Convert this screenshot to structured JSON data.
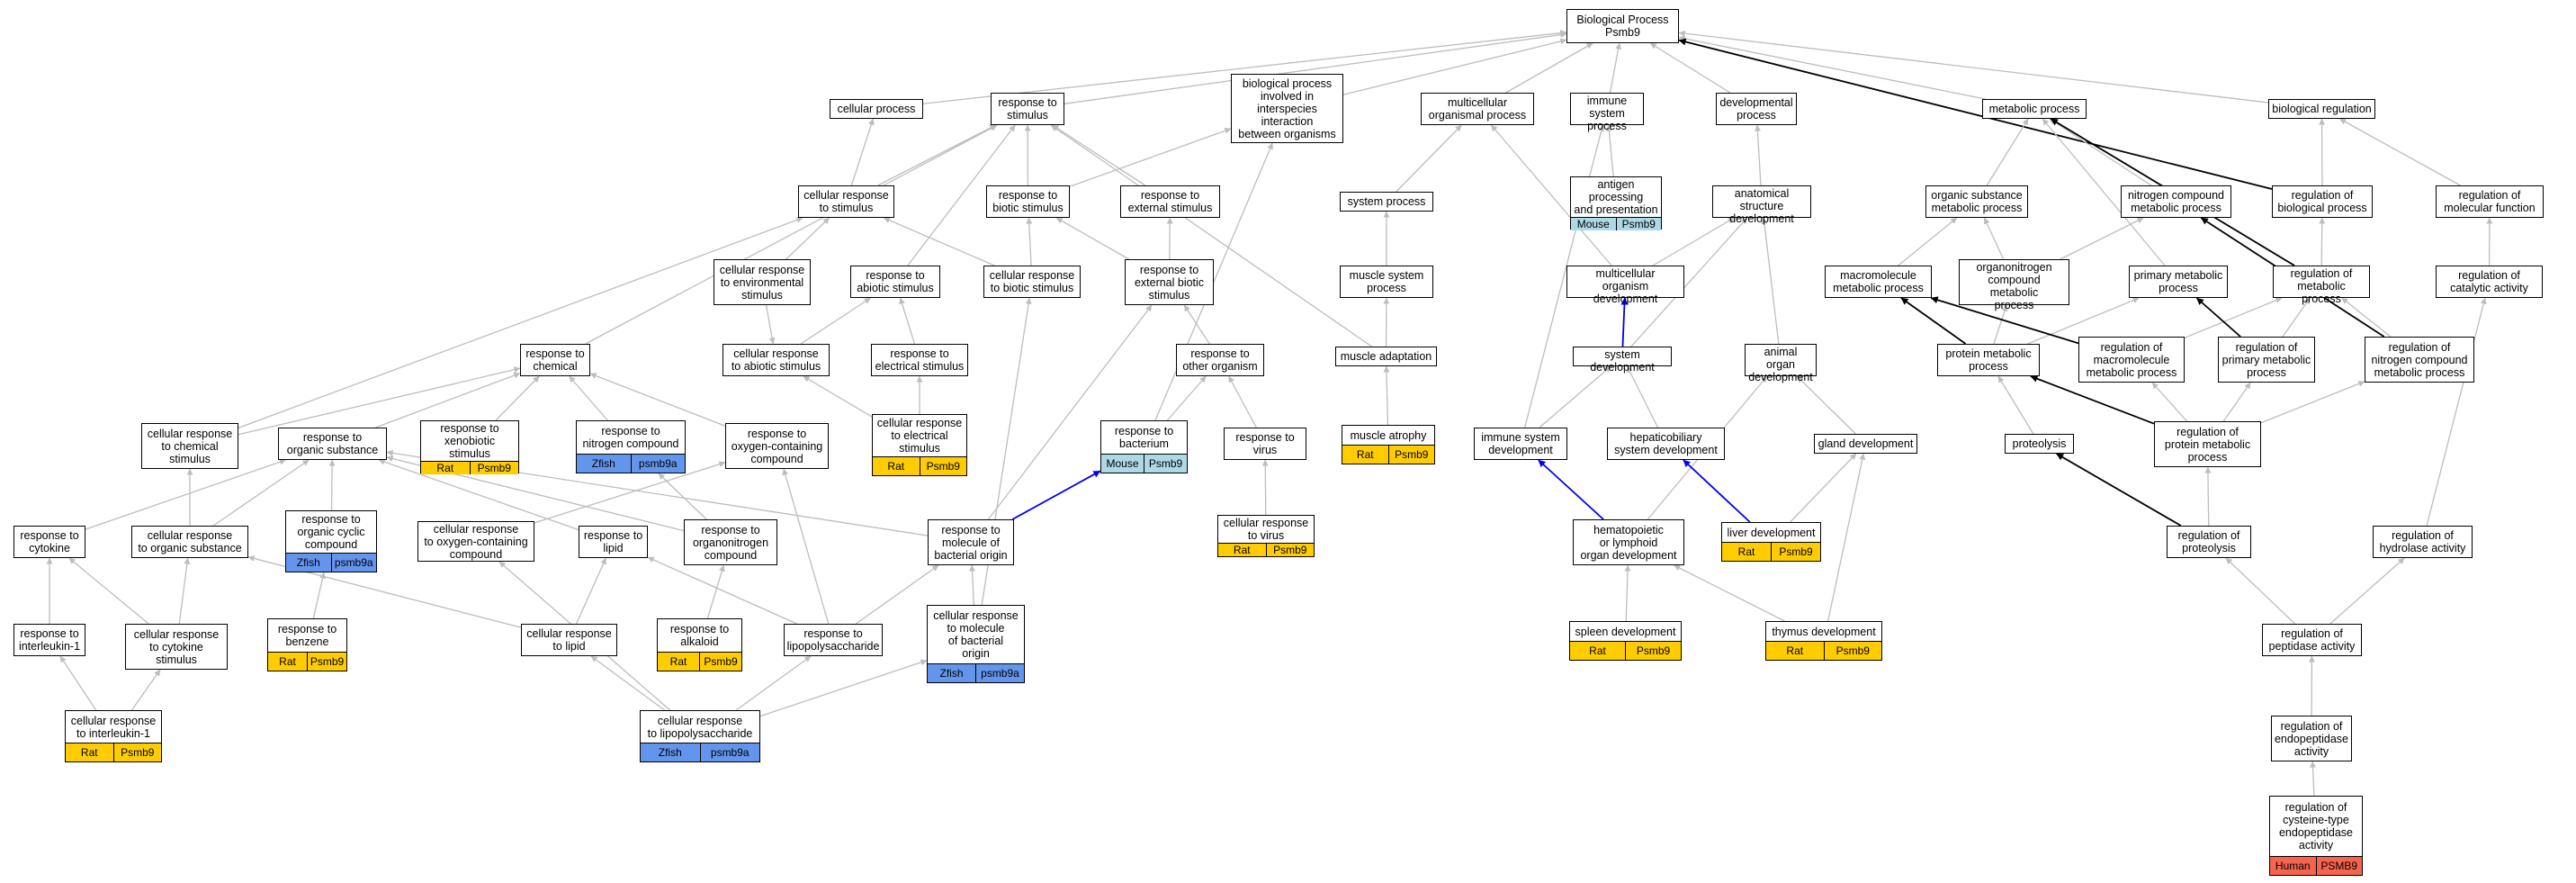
{
  "colors": {
    "Rat": "#ffcc00",
    "Mouse": "#add8e6",
    "Zfish": "#6495ed",
    "Human": "#f4644e",
    "edge": "#bdbdbd",
    "edge_black": "#000000",
    "edge_blue": "#0000ee"
  },
  "nodes": [
    {
      "id": "bp",
      "label": "Biological Process\nPsmb9"
    },
    {
      "id": "cp",
      "label": "cellular process"
    },
    {
      "id": "rs",
      "label": "response to\nstimulus"
    },
    {
      "id": "bpi",
      "label": "biological process\ninvolved in\ninterspecies\ninteraction\nbetween organisms"
    },
    {
      "id": "mop",
      "label": "multicellular\norganismal process"
    },
    {
      "id": "isp",
      "label": "immune system\nprocess"
    },
    {
      "id": "dp",
      "label": "developmental\nprocess"
    },
    {
      "id": "mp",
      "label": "metabolic process"
    },
    {
      "id": "br",
      "label": "biological regulation"
    },
    {
      "id": "crs",
      "label": "cellular response\nto stimulus"
    },
    {
      "id": "rbs",
      "label": "response to\nbiotic stimulus"
    },
    {
      "id": "res",
      "label": "response to\nexternal stimulus"
    },
    {
      "id": "sp",
      "label": "system process"
    },
    {
      "id": "app",
      "label": "antigen processing\nand presentation",
      "tags": [
        [
          "Mouse",
          "Mouse"
        ],
        [
          "Mouse",
          "Psmb9"
        ]
      ]
    },
    {
      "id": "asd",
      "label": "anatomical structure\ndevelopment"
    },
    {
      "id": "osmp",
      "label": "organic substance\nmetabolic process"
    },
    {
      "id": "ncmp",
      "label": "nitrogen compound\nmetabolic process"
    },
    {
      "id": "rbp",
      "label": "regulation of\nbiological process"
    },
    {
      "id": "rmf",
      "label": "regulation of\nmolecular function"
    },
    {
      "id": "cres",
      "label": "cellular response\nto environmental\nstimulus"
    },
    {
      "id": "ras",
      "label": "response to\nabiotic stimulus"
    },
    {
      "id": "crbs",
      "label": "cellular response\nto biotic stimulus"
    },
    {
      "id": "rebs",
      "label": "response to\nexternal biotic\nstimulus"
    },
    {
      "id": "msp",
      "label": "muscle system\nprocess"
    },
    {
      "id": "mod",
      "label": "multicellular\norganism development"
    },
    {
      "id": "mmp",
      "label": "macromolecule\nmetabolic process"
    },
    {
      "id": "oncmp",
      "label": "organonitrogen\ncompound metabolic\nprocess"
    },
    {
      "id": "pmp",
      "label": "primary metabolic\nprocess"
    },
    {
      "id": "rmp",
      "label": "regulation of\nmetabolic process"
    },
    {
      "id": "rca",
      "label": "regulation of\ncatalytic activity"
    },
    {
      "id": "rc",
      "label": "response to\nchemical"
    },
    {
      "id": "cras",
      "label": "cellular response\nto abiotic stimulus"
    },
    {
      "id": "rels",
      "label": "response to\nelectrical stimulus"
    },
    {
      "id": "roo",
      "label": "response to\nother organism"
    },
    {
      "id": "ma",
      "label": "muscle adaptation"
    },
    {
      "id": "sd",
      "label": "system development"
    },
    {
      "id": "aod",
      "label": "animal organ\ndevelopment"
    },
    {
      "id": "prmp",
      "label": "protein metabolic\nprocess"
    },
    {
      "id": "rmmp",
      "label": "regulation of\nmacromolecule\nmetabolic process"
    },
    {
      "id": "rpmp",
      "label": "regulation of\nprimary metabolic\nprocess"
    },
    {
      "id": "rncmp",
      "label": "regulation of\nnitrogen compound\nmetabolic process"
    },
    {
      "id": "crc",
      "label": "cellular response\nto chemical\nstimulus"
    },
    {
      "id": "ros",
      "label": "response to\norganic substance"
    },
    {
      "id": "rxs",
      "label": "response to\nxenobiotic stimulus",
      "tags": [
        [
          "Rat",
          "Rat"
        ],
        [
          "Rat",
          "Psmb9"
        ]
      ]
    },
    {
      "id": "rnc",
      "label": "response to\nnitrogen compound",
      "tags": [
        [
          "Zfish",
          "Zfish"
        ],
        [
          "Zfish",
          "psmb9a"
        ]
      ]
    },
    {
      "id": "rocc",
      "label": "response to\noxygen-containing\ncompound"
    },
    {
      "id": "crels",
      "label": "cellular response\nto electrical\nstimulus",
      "tags": [
        [
          "Rat",
          "Rat"
        ],
        [
          "Rat",
          "Psmb9"
        ]
      ]
    },
    {
      "id": "rb",
      "label": "response to\nbacterium",
      "tags": [
        [
          "Mouse",
          "Mouse"
        ],
        [
          "Mouse",
          "Psmb9"
        ]
      ]
    },
    {
      "id": "rv",
      "label": "response to\nvirus"
    },
    {
      "id": "mat",
      "label": "muscle atrophy",
      "tags": [
        [
          "Rat",
          "Rat"
        ],
        [
          "Rat",
          "Psmb9"
        ]
      ]
    },
    {
      "id": "isd",
      "label": "immune system\ndevelopment"
    },
    {
      "id": "hsd",
      "label": "hepaticobiliary\nsystem development"
    },
    {
      "id": "gd",
      "label": "gland development"
    },
    {
      "id": "prot",
      "label": "proteolysis"
    },
    {
      "id": "rprmp",
      "label": "regulation of\nprotein metabolic\nprocess"
    },
    {
      "id": "rcyt",
      "label": "response to\ncytokine"
    },
    {
      "id": "cros",
      "label": "cellular response\nto organic substance"
    },
    {
      "id": "rocyc",
      "label": "response to\norganic cyclic\ncompound",
      "tags": [
        [
          "Zfish",
          "Zfish"
        ],
        [
          "Zfish",
          "psmb9a"
        ]
      ]
    },
    {
      "id": "crocc",
      "label": "cellular response\nto oxygen-containing\ncompound"
    },
    {
      "id": "rl",
      "label": "response to\nlipid"
    },
    {
      "id": "ronc",
      "label": "response to\norganonitrogen\ncompound"
    },
    {
      "id": "rmbo",
      "label": "response to\nmolecule of\nbacterial origin"
    },
    {
      "id": "crv",
      "label": "cellular response\nto virus",
      "tags": [
        [
          "Rat",
          "Rat"
        ],
        [
          "Rat",
          "Psmb9"
        ]
      ]
    },
    {
      "id": "hlod",
      "label": "hematopoietic\nor lymphoid\norgan development"
    },
    {
      "id": "ld",
      "label": "liver development",
      "tags": [
        [
          "Rat",
          "Rat"
        ],
        [
          "Rat",
          "Psmb9"
        ]
      ]
    },
    {
      "id": "rprot",
      "label": "regulation of\nproteolysis"
    },
    {
      "id": "rha",
      "label": "regulation of\nhydrolase activity"
    },
    {
      "id": "ril1",
      "label": "response to\ninterleukin-1"
    },
    {
      "id": "crcyt",
      "label": "cellular response\nto cytokine\nstimulus"
    },
    {
      "id": "rbenz",
      "label": "response to\nbenzene",
      "tags": [
        [
          "Rat",
          "Rat"
        ],
        [
          "Rat",
          "Psmb9"
        ]
      ]
    },
    {
      "id": "crl",
      "label": "cellular response\nto lipid"
    },
    {
      "id": "ralk",
      "label": "response to\nalkaloid",
      "tags": [
        [
          "Rat",
          "Rat"
        ],
        [
          "Rat",
          "Psmb9"
        ]
      ]
    },
    {
      "id": "rlps",
      "label": "response to\nlipopolysaccharide"
    },
    {
      "id": "crmbo",
      "label": "cellular response\nto molecule\nof bacterial\norigin",
      "tags": [
        [
          "Zfish",
          "Zfish"
        ],
        [
          "Zfish",
          "psmb9a"
        ]
      ]
    },
    {
      "id": "spd",
      "label": "spleen development",
      "tags": [
        [
          "Rat",
          "Rat"
        ],
        [
          "Rat",
          "Psmb9"
        ]
      ]
    },
    {
      "id": "td",
      "label": "thymus development",
      "tags": [
        [
          "Rat",
          "Rat"
        ],
        [
          "Rat",
          "Psmb9"
        ]
      ]
    },
    {
      "id": "rpa",
      "label": "regulation of\npeptidase activity"
    },
    {
      "id": "cril1",
      "label": "cellular response\nto interleukin-1",
      "tags": [
        [
          "Rat",
          "Rat"
        ],
        [
          "Rat",
          "Psmb9"
        ]
      ]
    },
    {
      "id": "crlps",
      "label": "cellular response\nto lipopolysaccharide",
      "tags": [
        [
          "Zfish",
          "Zfish"
        ],
        [
          "Zfish",
          "psmb9a"
        ]
      ]
    },
    {
      "id": "repa",
      "label": "regulation of\nendopeptidase\nactivity"
    },
    {
      "id": "rcepa",
      "label": "regulation of\ncysteine-type\nendopeptidase\nactivity",
      "tags": [
        [
          "Human",
          "Human"
        ],
        [
          "Human",
          "PSMB9"
        ]
      ]
    }
  ],
  "edges": [
    [
      "cp",
      "bp",
      "g"
    ],
    [
      "rs",
      "bp",
      "g"
    ],
    [
      "bpi",
      "bp",
      "g"
    ],
    [
      "mop",
      "bp",
      "g"
    ],
    [
      "isp",
      "bp",
      "g"
    ],
    [
      "dp",
      "bp",
      "g"
    ],
    [
      "mp",
      "bp",
      "g"
    ],
    [
      "br",
      "bp",
      "g"
    ],
    [
      "rbp",
      "bp",
      "k"
    ],
    [
      "crs",
      "cp",
      "g"
    ],
    [
      "crs",
      "rs",
      "g"
    ],
    [
      "rbs",
      "rs",
      "g"
    ],
    [
      "res",
      "rs",
      "g"
    ],
    [
      "ras",
      "rs",
      "g"
    ],
    [
      "rc",
      "rs",
      "g"
    ],
    [
      "ma",
      "rs",
      "g"
    ],
    [
      "rbs",
      "bpi",
      "g"
    ],
    [
      "rb",
      "bpi",
      "g"
    ],
    [
      "sp",
      "mop",
      "g"
    ],
    [
      "mod",
      "mop",
      "g"
    ],
    [
      "app",
      "isp",
      "g"
    ],
    [
      "isd",
      "isp",
      "g"
    ],
    [
      "asd",
      "dp",
      "g"
    ],
    [
      "osmp",
      "mp",
      "g"
    ],
    [
      "ncmp",
      "mp",
      "g"
    ],
    [
      "pmp",
      "mp",
      "g"
    ],
    [
      "rmp",
      "mp",
      "k"
    ],
    [
      "rbp",
      "br",
      "g"
    ],
    [
      "rmf",
      "br",
      "g"
    ],
    [
      "cres",
      "crs",
      "g"
    ],
    [
      "crbs",
      "crs",
      "g"
    ],
    [
      "crc",
      "crs",
      "g"
    ],
    [
      "crbs",
      "rbs",
      "g"
    ],
    [
      "rebs",
      "rbs",
      "g"
    ],
    [
      "rebs",
      "res",
      "g"
    ],
    [
      "msp",
      "sp",
      "g"
    ],
    [
      "ma",
      "msp",
      "g"
    ],
    [
      "mat",
      "ma",
      "g"
    ],
    [
      "mod",
      "asd",
      "g"
    ],
    [
      "aod",
      "asd",
      "g"
    ],
    [
      "sd",
      "asd",
      "g"
    ],
    [
      "sd",
      "mod",
      "b"
    ],
    [
      "mmp",
      "osmp",
      "g"
    ],
    [
      "oncmp",
      "osmp",
      "g"
    ],
    [
      "oncmp",
      "ncmp",
      "g"
    ],
    [
      "rmp",
      "rbp",
      "g"
    ],
    [
      "rncmp",
      "ncmp",
      "k"
    ],
    [
      "rca",
      "rmf",
      "g"
    ],
    [
      "rha",
      "rca",
      "g"
    ],
    [
      "cres",
      "cras",
      "g"
    ],
    [
      "cras",
      "ras",
      "g"
    ],
    [
      "rels",
      "ras",
      "g"
    ],
    [
      "crels",
      "rels",
      "g"
    ],
    [
      "crels",
      "cras",
      "g"
    ],
    [
      "roo",
      "rebs",
      "g"
    ],
    [
      "rb",
      "roo",
      "g"
    ],
    [
      "rv",
      "roo",
      "g"
    ],
    [
      "crv",
      "rv",
      "g"
    ],
    [
      "rmbo",
      "rebs",
      "g"
    ],
    [
      "crmbo",
      "crbs",
      "g"
    ],
    [
      "prmp",
      "mmp",
      "k"
    ],
    [
      "prmp",
      "pmp",
      "g"
    ],
    [
      "prmp",
      "oncmp",
      "g"
    ],
    [
      "rmmp",
      "mmp",
      "k"
    ],
    [
      "rmmp",
      "rmp",
      "g"
    ],
    [
      "rpmp",
      "pmp",
      "k"
    ],
    [
      "rpmp",
      "rmp",
      "g"
    ],
    [
      "rncmp",
      "rmp",
      "g"
    ],
    [
      "prot",
      "prmp",
      "g"
    ],
    [
      "rprmp",
      "prmp",
      "k"
    ],
    [
      "rprmp",
      "rmmp",
      "g"
    ],
    [
      "rprmp",
      "rpmp",
      "g"
    ],
    [
      "rprmp",
      "rncmp",
      "g"
    ],
    [
      "isd",
      "sd",
      "g"
    ],
    [
      "hsd",
      "sd",
      "g"
    ],
    [
      "gd",
      "aod",
      "g"
    ],
    [
      "hlod",
      "aod",
      "g"
    ],
    [
      "hlod",
      "isd",
      "b"
    ],
    [
      "ld",
      "hsd",
      "b"
    ],
    [
      "ld",
      "gd",
      "g"
    ],
    [
      "td",
      "gd",
      "g"
    ],
    [
      "spd",
      "hlod",
      "g"
    ],
    [
      "td",
      "hlod",
      "g"
    ],
    [
      "crc",
      "rc",
      "g"
    ],
    [
      "ros",
      "rc",
      "g"
    ],
    [
      "rxs",
      "rc",
      "g"
    ],
    [
      "rnc",
      "rc",
      "g"
    ],
    [
      "rocc",
      "rc",
      "g"
    ],
    [
      "cros",
      "ros",
      "g"
    ],
    [
      "cros",
      "crc",
      "g"
    ],
    [
      "rocyc",
      "ros",
      "g"
    ],
    [
      "rcyt",
      "ros",
      "g"
    ],
    [
      "rl",
      "ros",
      "g"
    ],
    [
      "ronc",
      "rnc",
      "g"
    ],
    [
      "ronc",
      "ros",
      "g"
    ],
    [
      "rmbo",
      "ros",
      "g"
    ],
    [
      "crocc",
      "rocc",
      "g"
    ],
    [
      "rlps",
      "rocc",
      "g"
    ],
    [
      "rmbo",
      "rb",
      "b"
    ],
    [
      "ril1",
      "rcyt",
      "g"
    ],
    [
      "crcyt",
      "rcyt",
      "g"
    ],
    [
      "crcyt",
      "cros",
      "g"
    ],
    [
      "cril1",
      "ril1",
      "g"
    ],
    [
      "cril1",
      "crcyt",
      "g"
    ],
    [
      "rbenz",
      "rocyc",
      "g"
    ],
    [
      "crl",
      "rl",
      "g"
    ],
    [
      "crl",
      "cros",
      "g"
    ],
    [
      "ralk",
      "ronc",
      "g"
    ],
    [
      "rlps",
      "rl",
      "g"
    ],
    [
      "rlps",
      "rmbo",
      "g"
    ],
    [
      "crmbo",
      "rmbo",
      "g"
    ],
    [
      "crlps",
      "crl",
      "g"
    ],
    [
      "crlps",
      "rlps",
      "g"
    ],
    [
      "crlps",
      "crocc",
      "g"
    ],
    [
      "crlps",
      "crmbo",
      "g"
    ],
    [
      "rprot",
      "prot",
      "k"
    ],
    [
      "rprot",
      "rprmp",
      "g"
    ],
    [
      "rpa",
      "rprot",
      "g"
    ],
    [
      "rpa",
      "rha",
      "g"
    ],
    [
      "repa",
      "rpa",
      "g"
    ],
    [
      "rcepa",
      "repa",
      "g"
    ]
  ]
}
